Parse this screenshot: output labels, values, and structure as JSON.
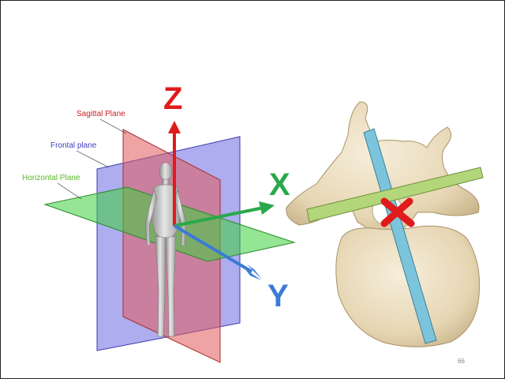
{
  "labels": {
    "sagittal_plane": "Sagittal Plane",
    "frontal_plane": "Frontal plane",
    "horizontal_plane": "Horizontal Plane"
  },
  "axes": {
    "z": "Z",
    "x": "X",
    "y": "Y"
  },
  "page_number": "66",
  "colors": {
    "sagittal": "#e05a5a",
    "frontal": "#5b5be0",
    "horizontal": "#3ccf3c",
    "z_axis": "#e01b1b",
    "x_axis": "#2aa84a",
    "y_axis": "#3a7bd5",
    "bone": "#ede1c4",
    "bone_shadow": "#c9b791",
    "rod_vertical": "#7cc4dc",
    "rod_horizontal": "#b3d67a",
    "x_mark": "#e01b1b"
  },
  "icons": {
    "human_figure": "human-figure-icon",
    "vertebra": "vertebra-icon",
    "excluded_axis_mark": "red-x-mark-icon"
  }
}
